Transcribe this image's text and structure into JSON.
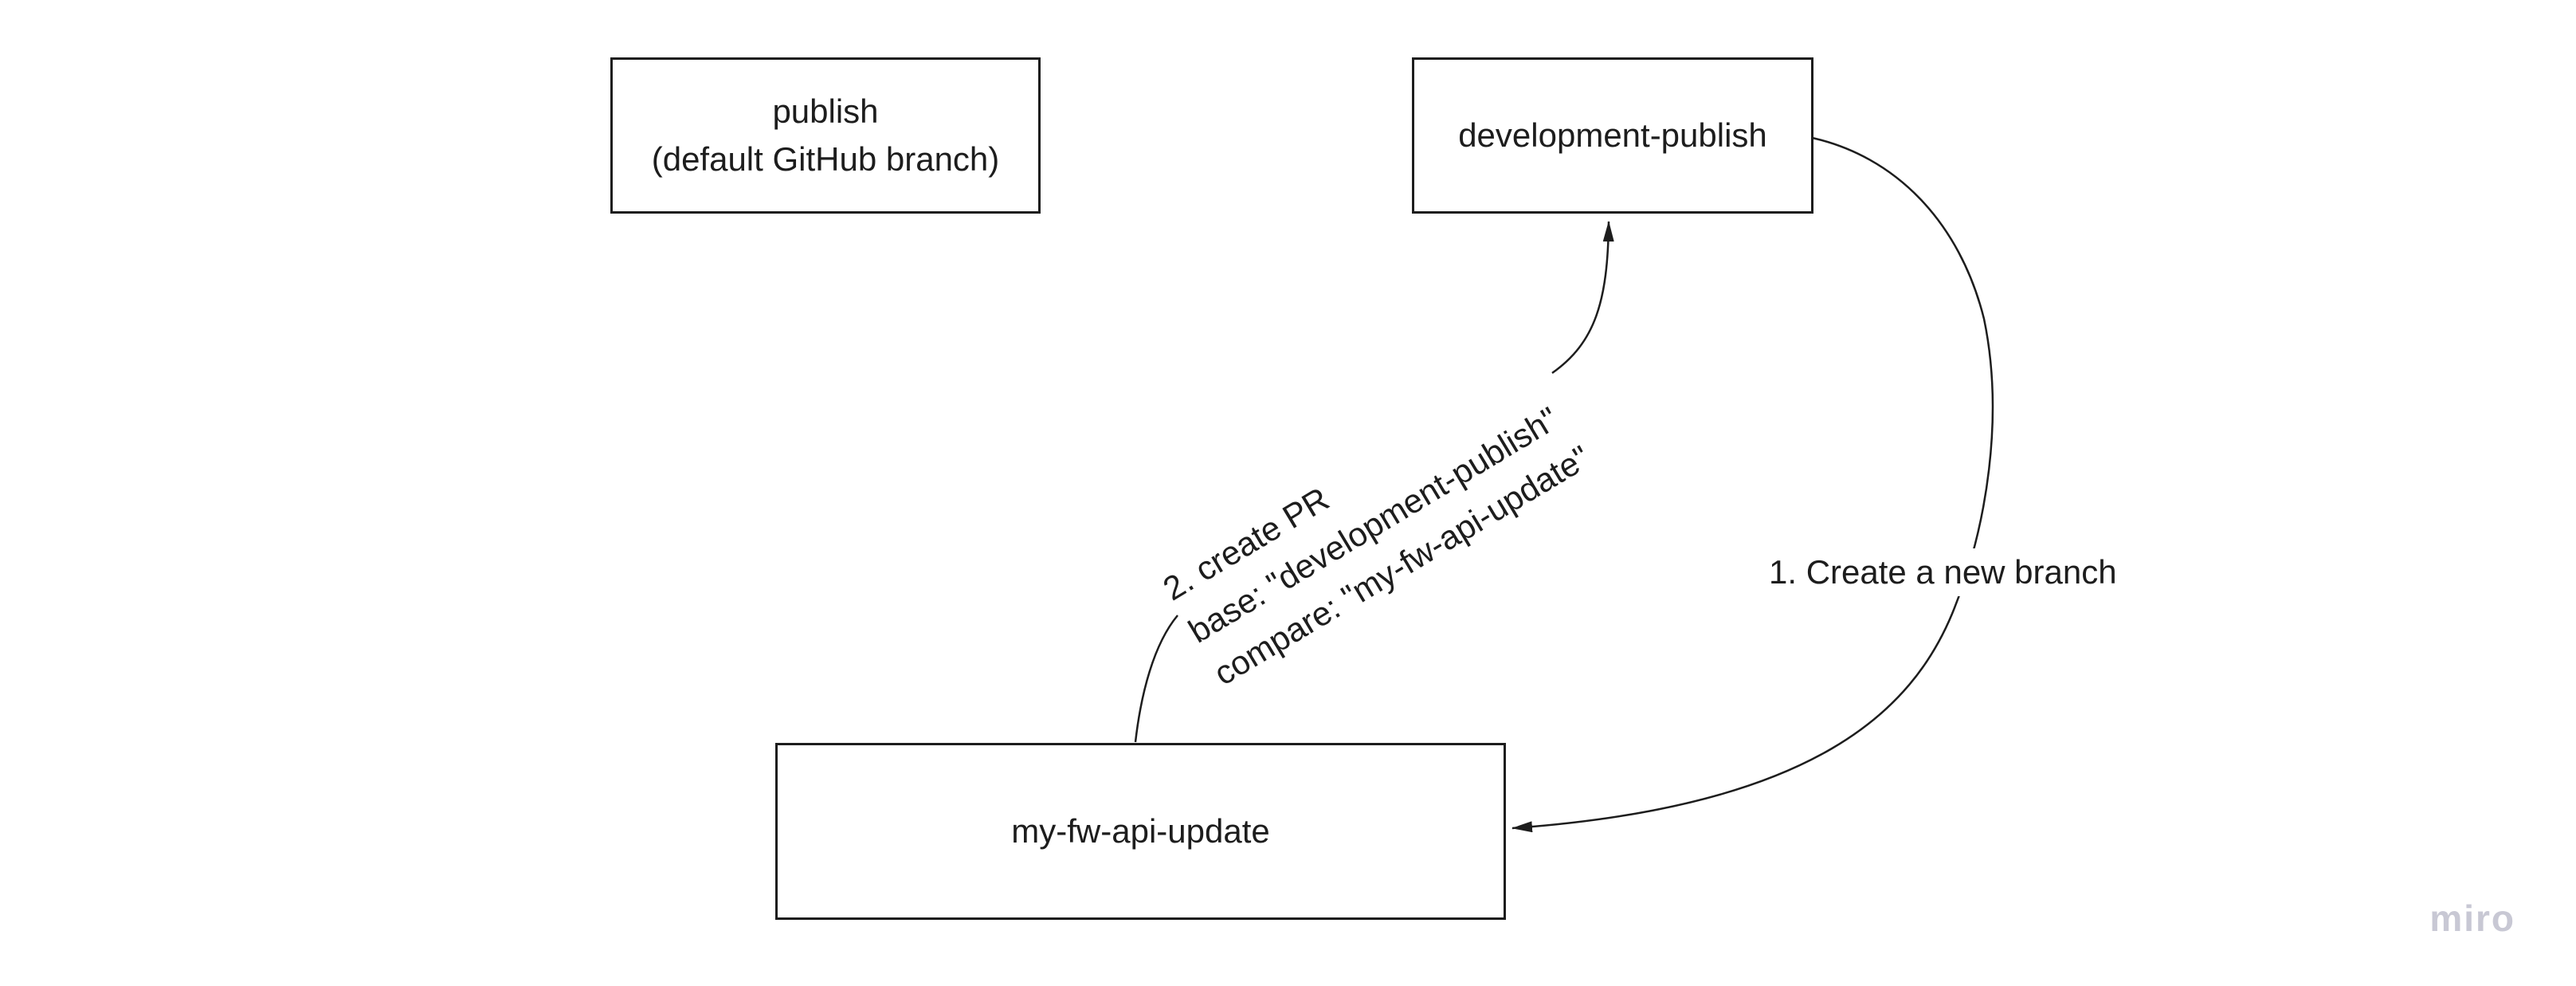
{
  "board": {
    "nodes": {
      "publish": {
        "line1": "publish",
        "line2": "(default GitHub branch)"
      },
      "development_publish": {
        "label": "development-publish"
      },
      "my_fw_api_update": {
        "label": "my-fw-api-update"
      }
    },
    "edges": {
      "create_branch": {
        "label": "1. Create a new branch"
      },
      "create_pr": {
        "line1": "2. create PR",
        "line2": "base: \"development-publish\"",
        "line3": "compare: \"my-fw-api-update\""
      }
    },
    "watermark": {
      "label": "miro"
    },
    "colors": {
      "stroke": "#1d1d1d",
      "text": "#1d1d1d",
      "node_fill": "#ffffff",
      "watermark": "#c8c8d4",
      "background": "#ffffff"
    }
  }
}
